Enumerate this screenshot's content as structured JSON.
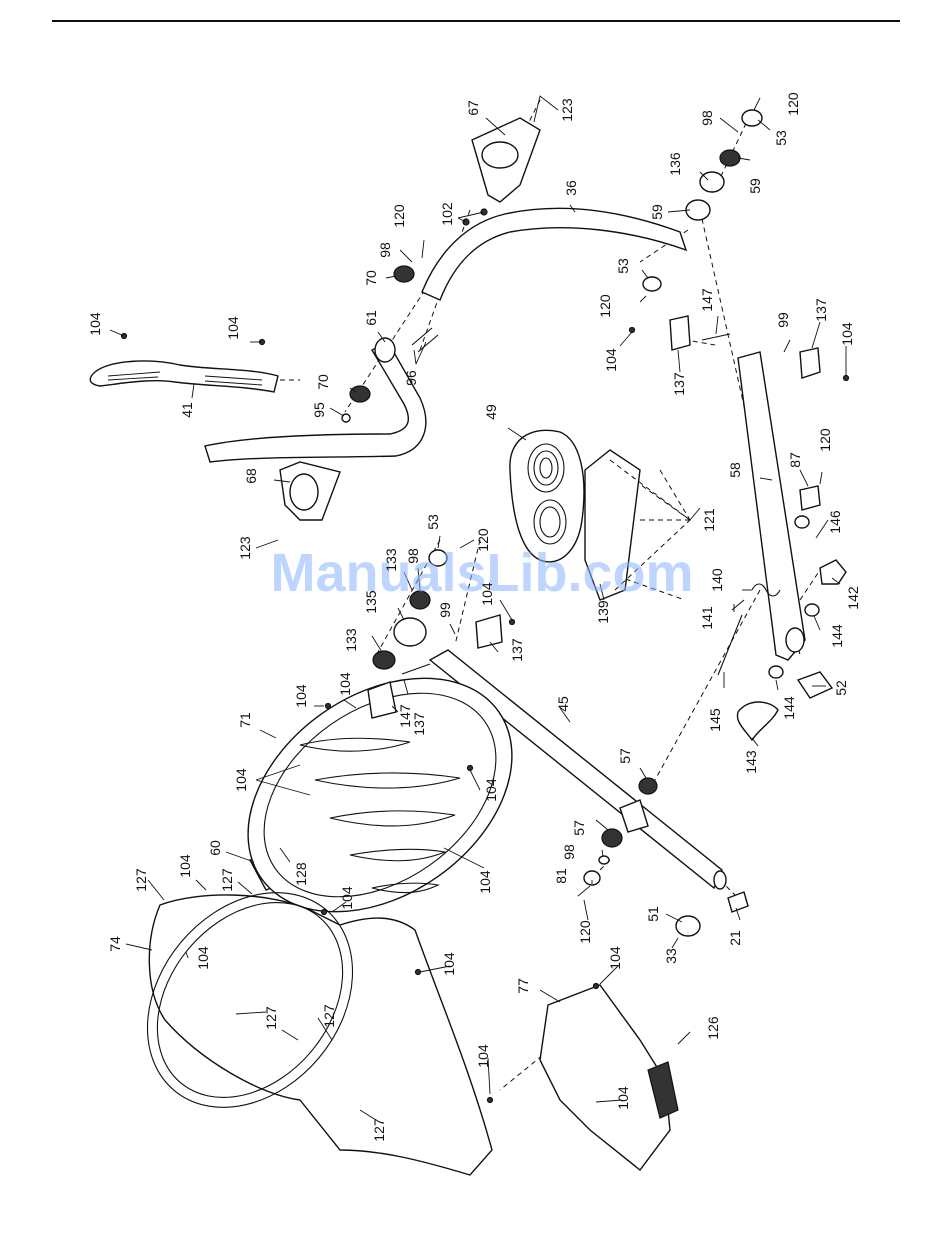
{
  "watermark": "ManualsLib.com",
  "parts": [
    {
      "id": "p123a",
      "text": "123"
    },
    {
      "id": "p67",
      "text": "67"
    },
    {
      "id": "p120a",
      "text": "120"
    },
    {
      "id": "p98a",
      "text": "98"
    },
    {
      "id": "p53a",
      "text": "53"
    },
    {
      "id": "p136",
      "text": "136"
    },
    {
      "id": "p59a",
      "text": "59"
    },
    {
      "id": "p59b",
      "text": "59"
    },
    {
      "id": "p36",
      "text": "36"
    },
    {
      "id": "p102",
      "text": "102"
    },
    {
      "id": "p120b",
      "text": "120"
    },
    {
      "id": "p98b",
      "text": "98"
    },
    {
      "id": "p70a",
      "text": "70"
    },
    {
      "id": "p53b",
      "text": "53"
    },
    {
      "id": "p120c",
      "text": "120"
    },
    {
      "id": "p147a",
      "text": "147"
    },
    {
      "id": "p99a",
      "text": "99"
    },
    {
      "id": "p137a",
      "text": "137"
    },
    {
      "id": "p104a",
      "text": "104"
    },
    {
      "id": "p104b",
      "text": "104"
    },
    {
      "id": "p104c",
      "text": "104"
    },
    {
      "id": "p61",
      "text": "61"
    },
    {
      "id": "p41",
      "text": "41"
    },
    {
      "id": "p95",
      "text": "95"
    },
    {
      "id": "p70b",
      "text": "70"
    },
    {
      "id": "p96",
      "text": "96"
    },
    {
      "id": "p104d",
      "text": "104"
    },
    {
      "id": "p137b",
      "text": "137"
    },
    {
      "id": "p104e",
      "text": "104"
    },
    {
      "id": "p49",
      "text": "49"
    },
    {
      "id": "p68",
      "text": "68"
    },
    {
      "id": "p123b",
      "text": "123"
    },
    {
      "id": "p58",
      "text": "58"
    },
    {
      "id": "p87",
      "text": "87"
    },
    {
      "id": "p120d",
      "text": "120"
    },
    {
      "id": "p121",
      "text": "121"
    },
    {
      "id": "p146",
      "text": "146"
    },
    {
      "id": "p53c",
      "text": "53"
    },
    {
      "id": "p120e",
      "text": "120"
    },
    {
      "id": "p133a",
      "text": "133"
    },
    {
      "id": "p98c",
      "text": "98"
    },
    {
      "id": "p135",
      "text": "135"
    },
    {
      "id": "p99b",
      "text": "99"
    },
    {
      "id": "p104f",
      "text": "104"
    },
    {
      "id": "p139",
      "text": "139"
    },
    {
      "id": "p140",
      "text": "140"
    },
    {
      "id": "p141",
      "text": "141"
    },
    {
      "id": "p142",
      "text": "142"
    },
    {
      "id": "p144a",
      "text": "144"
    },
    {
      "id": "p133b",
      "text": "133"
    },
    {
      "id": "p137c",
      "text": "137"
    },
    {
      "id": "p147b",
      "text": "147"
    },
    {
      "id": "p137d",
      "text": "137"
    },
    {
      "id": "p52",
      "text": "52"
    },
    {
      "id": "p104g",
      "text": "104"
    },
    {
      "id": "p104h",
      "text": "104"
    },
    {
      "id": "p45",
      "text": "45"
    },
    {
      "id": "p145",
      "text": "145"
    },
    {
      "id": "p144b",
      "text": "144"
    },
    {
      "id": "p71",
      "text": "71"
    },
    {
      "id": "p104i",
      "text": "104"
    },
    {
      "id": "p143",
      "text": "143"
    },
    {
      "id": "p57a",
      "text": "57"
    },
    {
      "id": "p104j",
      "text": "104"
    },
    {
      "id": "p57b",
      "text": "57"
    },
    {
      "id": "p98d",
      "text": "98"
    },
    {
      "id": "p60",
      "text": "60"
    },
    {
      "id": "p81",
      "text": "81"
    },
    {
      "id": "p104k",
      "text": "104"
    },
    {
      "id": "p128",
      "text": "128"
    },
    {
      "id": "p104l",
      "text": "104"
    },
    {
      "id": "p127a",
      "text": "127"
    },
    {
      "id": "p127b",
      "text": "127"
    },
    {
      "id": "p120f",
      "text": "120"
    },
    {
      "id": "p51",
      "text": "51"
    },
    {
      "id": "p104m",
      "text": "104"
    },
    {
      "id": "p21",
      "text": "21"
    },
    {
      "id": "p74",
      "text": "74"
    },
    {
      "id": "p33",
      "text": "33"
    },
    {
      "id": "p104n",
      "text": "104"
    },
    {
      "id": "p104o",
      "text": "104"
    },
    {
      "id": "p104p",
      "text": "104"
    },
    {
      "id": "p77",
      "text": "77"
    },
    {
      "id": "p127c",
      "text": "127"
    },
    {
      "id": "p127d",
      "text": "127"
    },
    {
      "id": "p126",
      "text": "126"
    },
    {
      "id": "p104q",
      "text": "104"
    },
    {
      "id": "p104r",
      "text": "104"
    },
    {
      "id": "p127e",
      "text": "127"
    }
  ]
}
